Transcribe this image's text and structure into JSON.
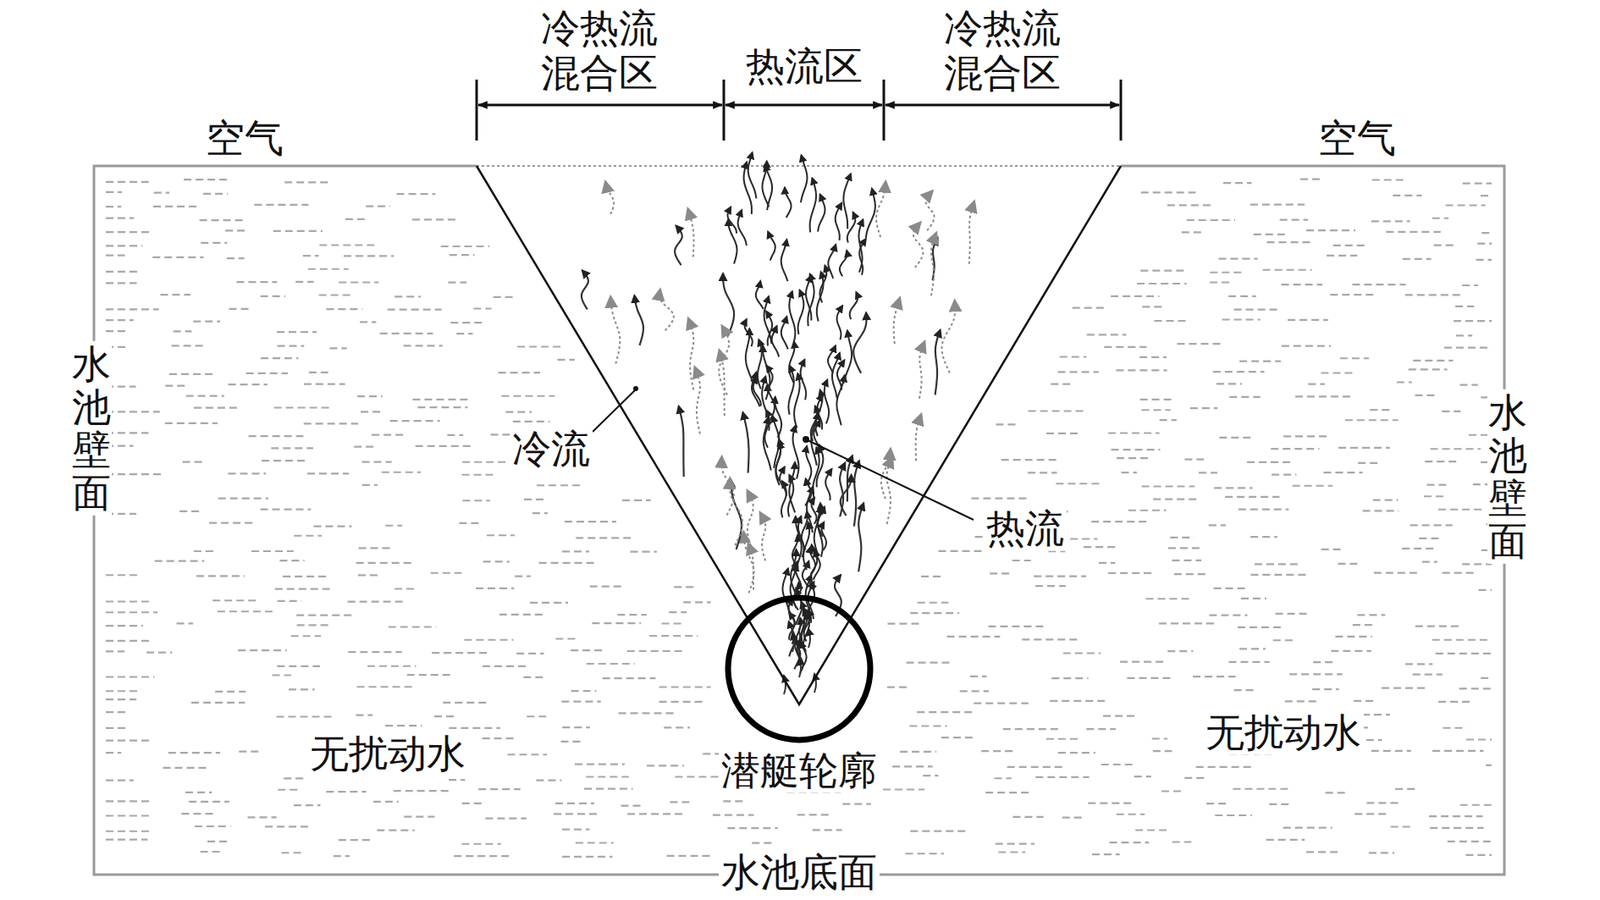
{
  "diagram": {
    "labels": [
      "冷热流 混合区",
      "热流区",
      "冷热流 混合区",
      "空气",
      "空气",
      "水池壁面",
      "水池壁面",
      "冷流",
      "热流",
      "无扰动水",
      "无扰动水",
      "潜艇轮廓",
      "水池底面"
    ]
  }
}
